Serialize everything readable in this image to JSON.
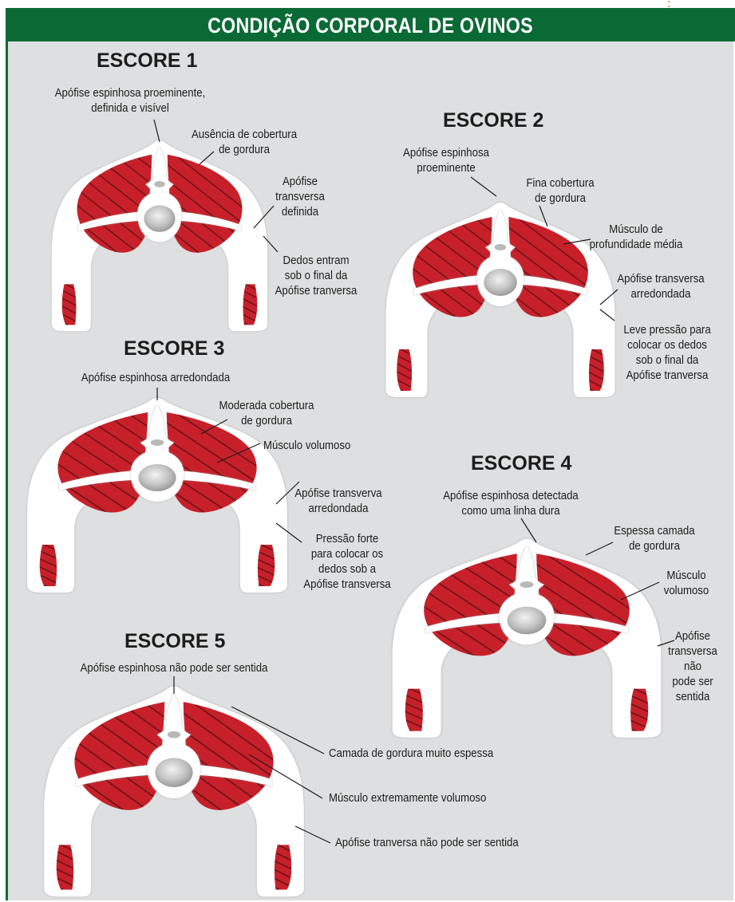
{
  "title": "CONDIÇÃO CORPORAL DE OVINOS",
  "colors": {
    "header_green": "#0a6a36",
    "panel_gray": "#dedfe0",
    "muscle_red": "#c8202a",
    "stripe_dark": "#6e1418",
    "bone_white": "#ffffff"
  },
  "scores": [
    {
      "title": "ESCORE 1",
      "labels": [
        "Apófise espinhosa proeminente,\ndefinida e visível",
        "Ausência de cobertura\nde gordura",
        "Apófise\ntransversa\ndefinida",
        "Dedos entram\nsob o final da\nApófise tranversa"
      ]
    },
    {
      "title": "ESCORE 2",
      "labels": [
        "Apófise espinhosa\nproeminente",
        "Fina cobertura\nde gordura",
        "Músculo de\nprofundidade média",
        "Apófise transversa\narredondada",
        "Leve pressão para\ncolocar os dedos\nsob o final da\nApófise tranversa"
      ]
    },
    {
      "title": "ESCORE 3",
      "labels": [
        "Apófise espinhosa arredondada",
        "Moderada cobertura\nde gordura",
        "Músculo volumoso",
        "Apófise transverva\narredondada",
        "Pressão forte\npara colocar os\ndedos sob a\nApófise transversa"
      ]
    },
    {
      "title": "ESCORE 4",
      "labels": [
        "Apófise espinhosa detectada\ncomo uma linha dura",
        "Espessa camada\nde gordura",
        "Músculo\nvolumoso",
        "Apófise\ntransversa\nnão\npode ser\nsentida"
      ]
    },
    {
      "title": "ESCORE 5",
      "labels": [
        "Apófise espinhosa não pode ser sentida",
        "Camada de gordura muito espessa",
        "Músculo extremamente volumoso",
        "Apófise tranversa não pode ser sentida"
      ]
    }
  ]
}
